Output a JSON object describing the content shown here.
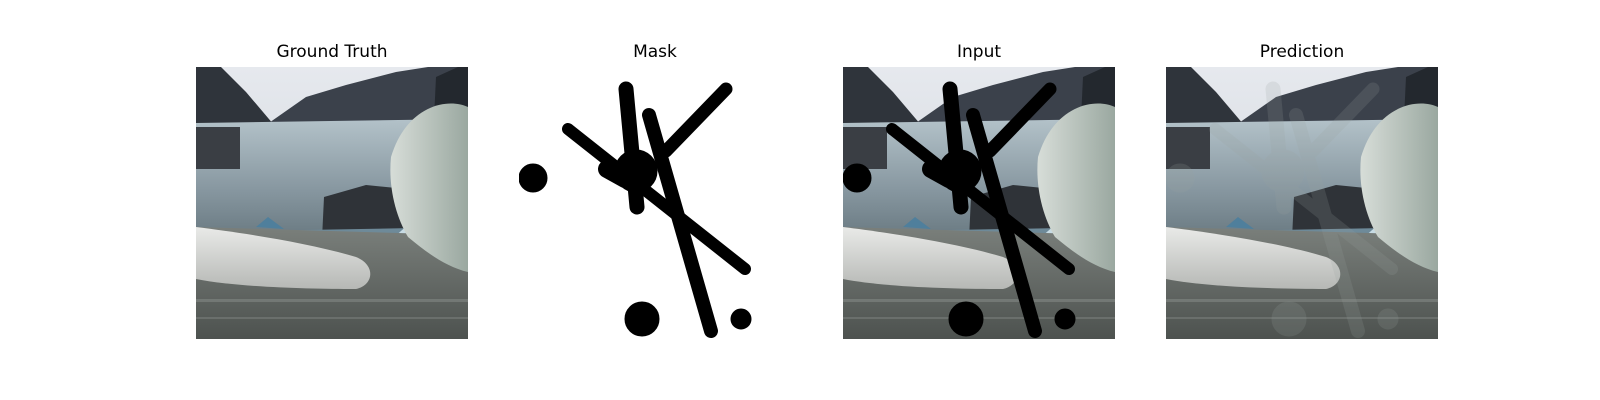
{
  "figure": {
    "panels": [
      {
        "title": "Ground Truth",
        "content": "landscape photo: glacier with ice floe in foreground water, dark mountains behind"
      },
      {
        "title": "Mask",
        "content": "binary mask: black brush strokes and dots on white"
      },
      {
        "title": "Input",
        "content": "landscape photo with black mask strokes overlaid"
      },
      {
        "title": "Prediction",
        "content": "inpainted landscape photo with faint smudged regions where mask was"
      }
    ]
  },
  "colors": {
    "sky": "#d9dde3",
    "mountain_dark": "#3a3f48",
    "glacier": "#8fa2ad",
    "ice_floe": "#d8d9d6",
    "water": "#6d726f",
    "mask_black": "#000000",
    "background": "#ffffff"
  }
}
